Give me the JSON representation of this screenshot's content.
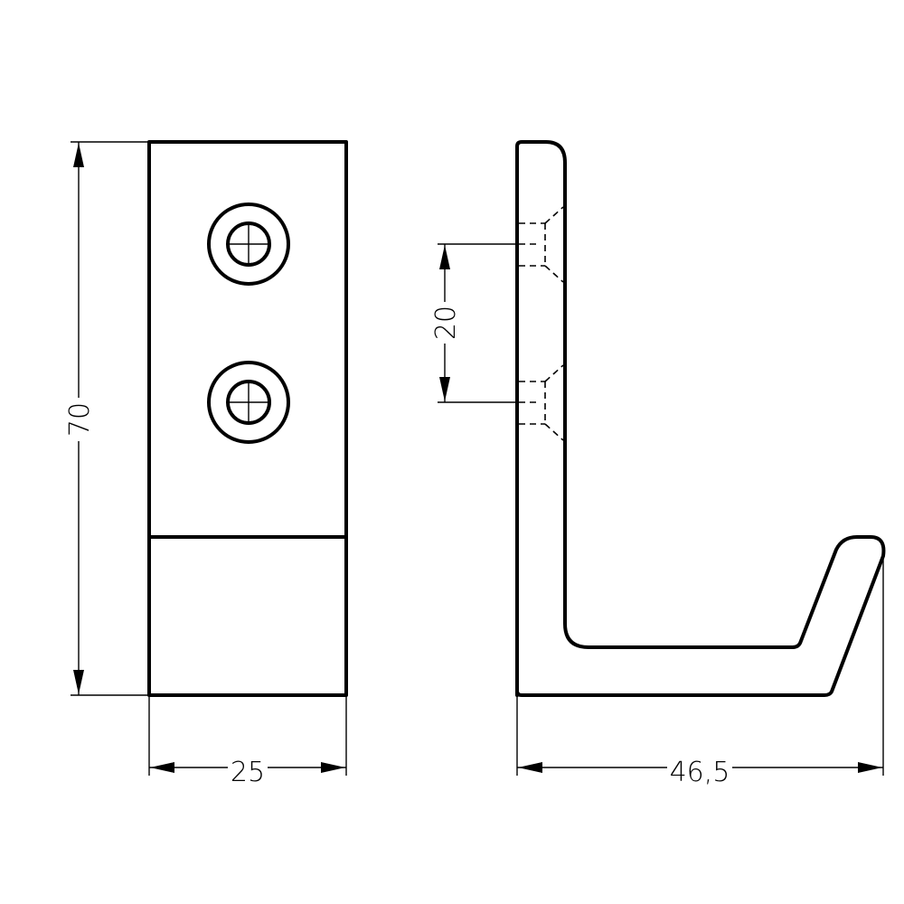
{
  "drawing": {
    "type": "technical-drawing",
    "subject": "wall hook",
    "views": [
      {
        "name": "front-view",
        "features": [
          "mounting plate",
          "2 countersunk screw holes",
          "lower step line"
        ]
      },
      {
        "name": "side-view",
        "features": [
          "L-shaped hook profile",
          "hidden countersunk holes"
        ]
      }
    ],
    "line_color": "#000000",
    "background": "#ffffff"
  },
  "dimensions": {
    "height": "70",
    "width": "25",
    "hole_spacing": "20",
    "depth": "46,5"
  }
}
